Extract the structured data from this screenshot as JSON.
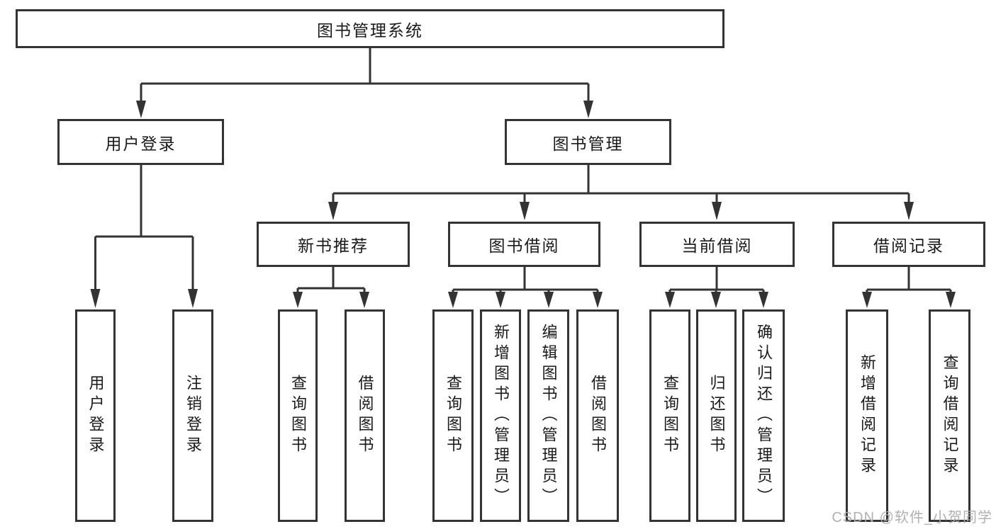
{
  "colors": {
    "line": "#333333",
    "box_border": "#333333",
    "box_fill": "#ffffff",
    "text": "#1a1a1a",
    "watermark": "#adadad",
    "background": "#ffffff"
  },
  "watermark": {
    "text": "CSDN @软件_小贺同学"
  },
  "tree": {
    "root": {
      "label": "图书管理系统",
      "children": [
        {
          "label": "用户登录",
          "children": [
            {
              "label": "用户登录"
            },
            {
              "label": "注销登录"
            }
          ]
        },
        {
          "label": "图书管理",
          "children": [
            {
              "label": "新书推荐",
              "children": [
                {
                  "label": "查询图书"
                },
                {
                  "label": "借阅图书"
                }
              ]
            },
            {
              "label": "图书借阅",
              "children": [
                {
                  "label": "查询图书"
                },
                {
                  "label": "新增图书（管理员）"
                },
                {
                  "label": "编辑图书（管理员）"
                },
                {
                  "label": "借阅图书"
                }
              ]
            },
            {
              "label": "当前借阅",
              "children": [
                {
                  "label": "查询图书"
                },
                {
                  "label": "归还图书"
                },
                {
                  "label": "确认归还（管理员）"
                }
              ]
            },
            {
              "label": "借阅记录",
              "children": [
                {
                  "label": "新增借阅记录"
                },
                {
                  "label": "查询借阅记录"
                }
              ]
            }
          ]
        }
      ]
    }
  }
}
